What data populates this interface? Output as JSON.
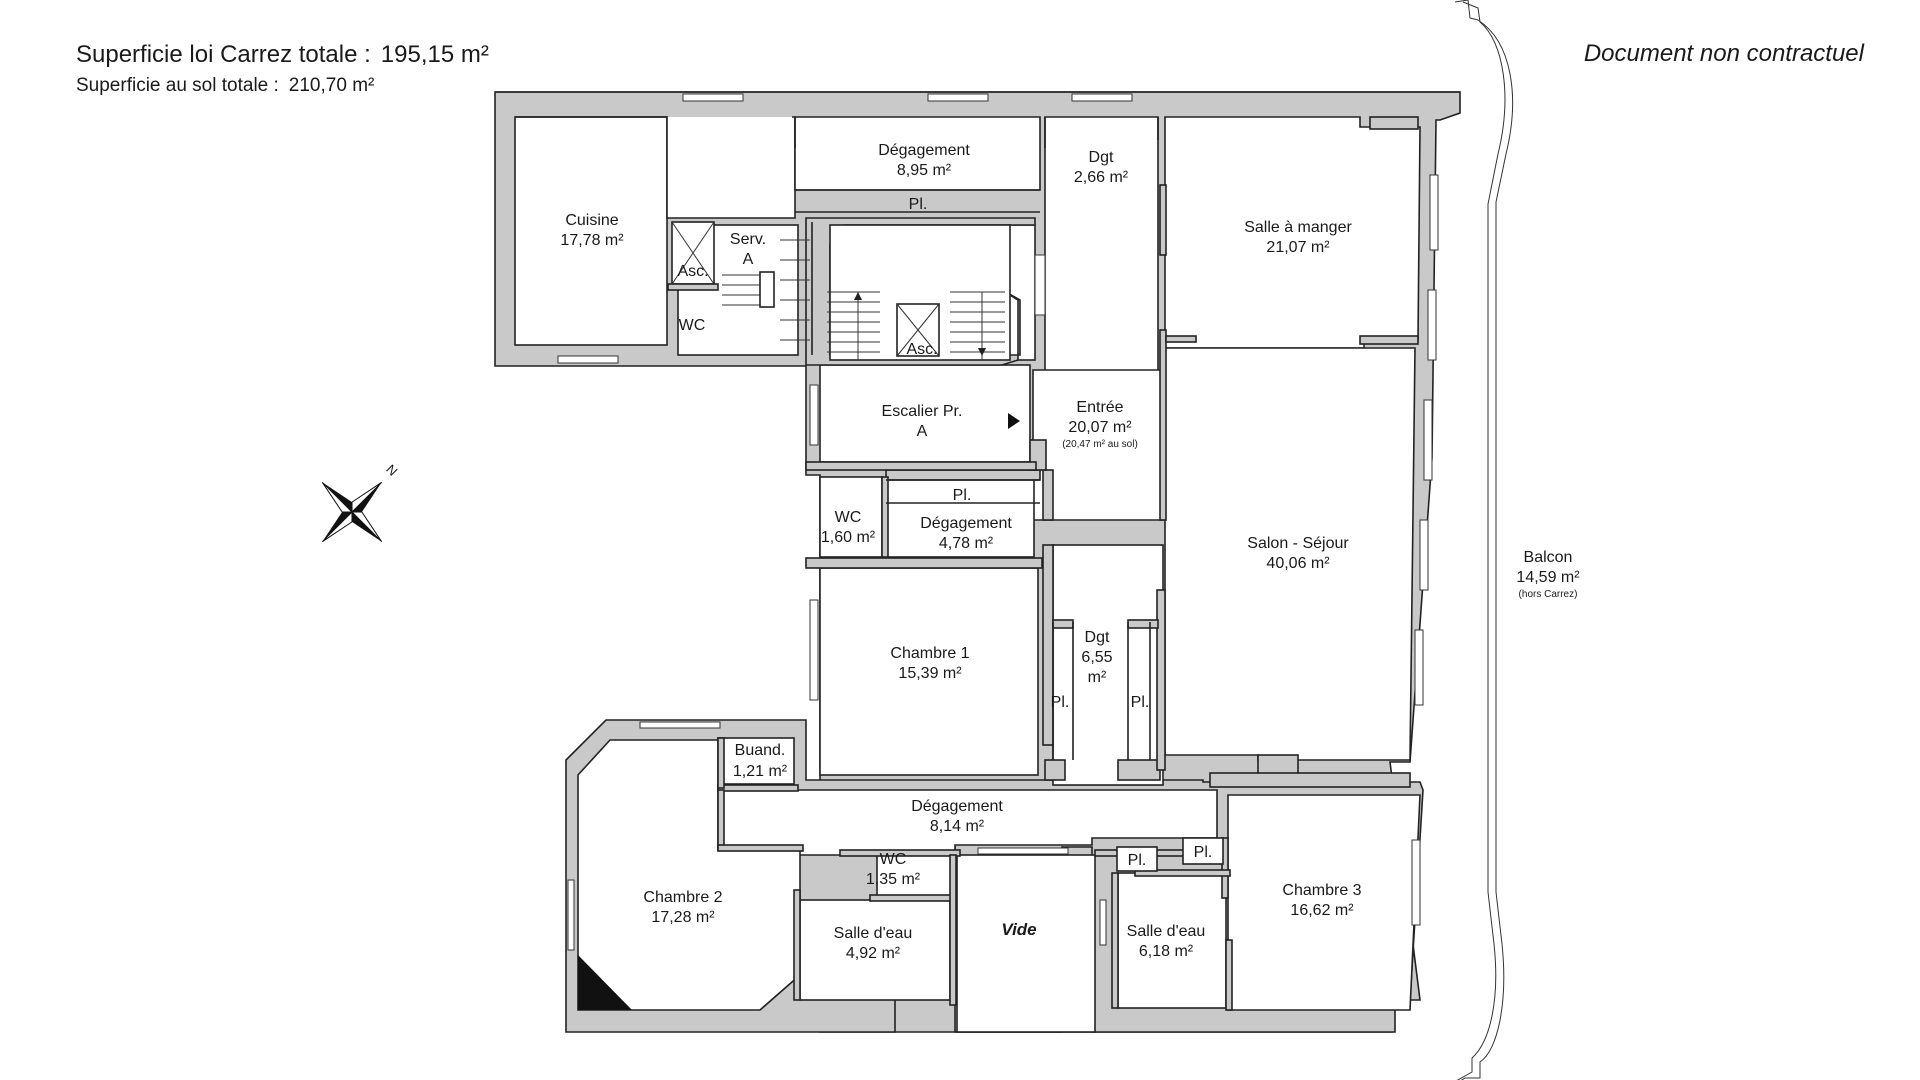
{
  "header": {
    "carrez_label": "Superficie loi Carrez totale :",
    "carrez_value": "195,15 m²",
    "sol_label": "Superficie au sol totale :",
    "sol_value": "210,70 m²",
    "notice": "Document non contractuel"
  },
  "compass": {
    "north": "N"
  },
  "rooms": {
    "cuisine": {
      "name": "Cuisine",
      "area": "17,78 m²"
    },
    "degagement1": {
      "name": "Dégagement",
      "area": "8,95 m²"
    },
    "dgt1": {
      "name": "Dgt",
      "area": "2,66 m²"
    },
    "salle_manger": {
      "name": "Salle à manger",
      "area": "21,07 m²"
    },
    "serv": {
      "name": "Serv.",
      "sub": "A"
    },
    "asc1": {
      "name": "Asc."
    },
    "wc_serv": {
      "name": "WC"
    },
    "asc2": {
      "name": "Asc."
    },
    "escalier": {
      "name": "Escalier Pr.",
      "sub": "A"
    },
    "entree": {
      "name": "Entrée",
      "area": "20,07 m²",
      "note": "(20,47 m² au sol)"
    },
    "wc1": {
      "name": "WC",
      "area": "1,60 m²"
    },
    "degagement2": {
      "name": "Dégagement",
      "area": "4,78 m²"
    },
    "salon": {
      "name": "Salon - Séjour",
      "area": "40,06 m²"
    },
    "balcon": {
      "name": "Balcon",
      "area": "14,59 m²",
      "note": "(hors Carrez)"
    },
    "chambre1": {
      "name": "Chambre 1",
      "area": "15,39 m²"
    },
    "dgt2": {
      "name": "Dgt",
      "area1": "6,55",
      "area2": "m²"
    },
    "buand": {
      "name": "Buand.",
      "area": "1,21 m²"
    },
    "degagement3": {
      "name": "Dégagement",
      "area": "8,14 m²"
    },
    "wc2": {
      "name": "WC",
      "area": "1,35 m²"
    },
    "chambre2": {
      "name": "Chambre 2",
      "area": "17,28 m²"
    },
    "salle_eau1": {
      "name": "Salle d'eau",
      "area": "4,92 m²"
    },
    "vide": {
      "name": "Vide"
    },
    "salle_eau2": {
      "name": "Salle d'eau",
      "area": "6,18 m²"
    },
    "chambre3": {
      "name": "Chambre 3",
      "area": "16,62 m²"
    }
  },
  "placards": {
    "pl_top": "Pl.",
    "pl_mid": "Pl.",
    "pl_left": "Pl.",
    "pl_right": "Pl.",
    "pl_sde1": "Pl.",
    "pl_sde2": "Pl."
  }
}
